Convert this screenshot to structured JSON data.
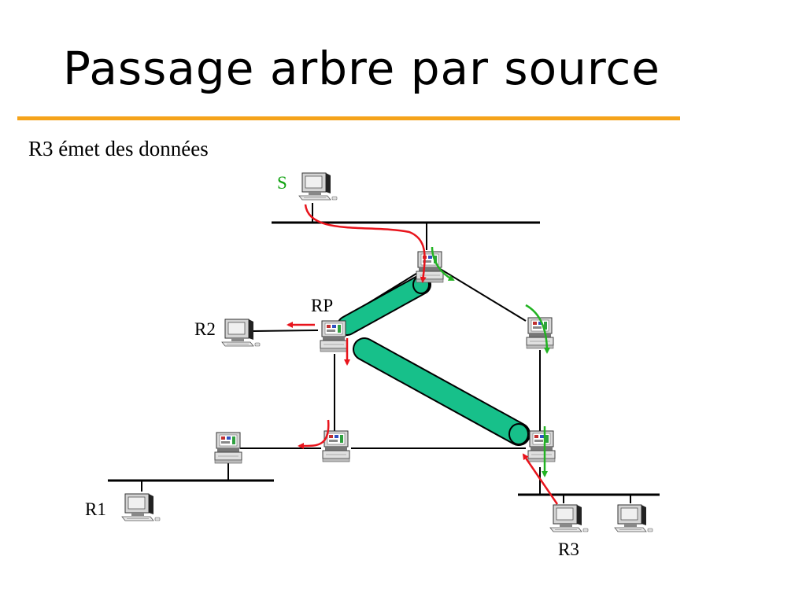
{
  "title": "Passage arbre par source",
  "subtitle": "R3 émet des données",
  "labels": {
    "source": "S",
    "rp": "RP",
    "r1": "R1",
    "r2": "R2",
    "r3": "R3"
  },
  "colors": {
    "accent_rule": "#f5a31a",
    "tunnel_fill": "#17c08a",
    "red_flow": "#e8141c",
    "green_flow": "#22b322",
    "source_label": "#12a312"
  },
  "icons": {
    "workstation": "computer-icon",
    "router": "router-icon"
  }
}
